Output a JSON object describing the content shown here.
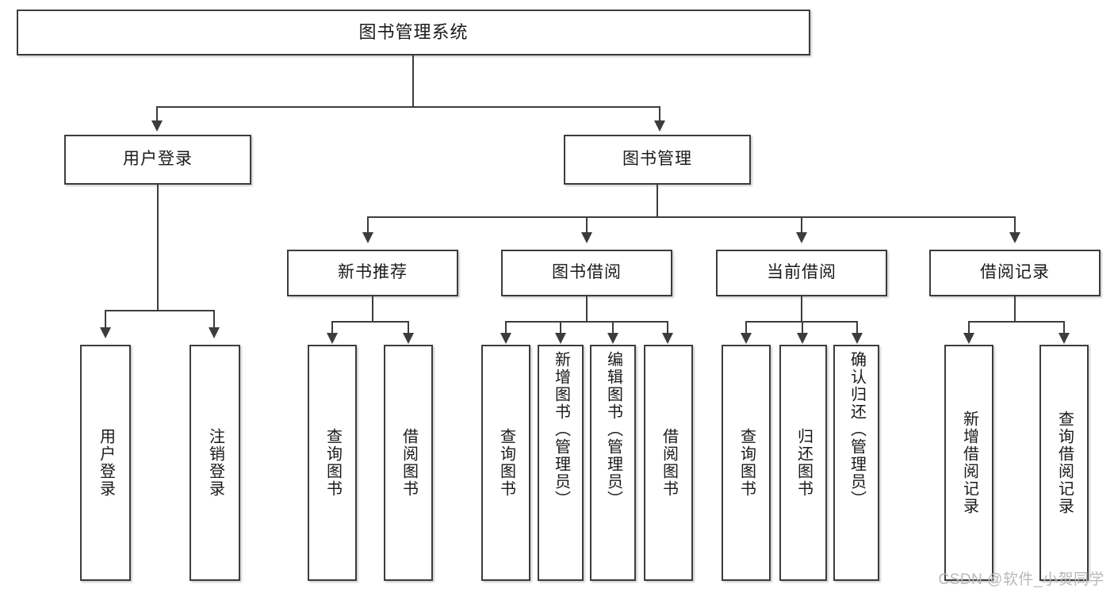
{
  "diagram": {
    "type": "tree-hierarchy",
    "title": "图书管理系统",
    "root": {
      "id": "root",
      "label": "图书管理系统"
    },
    "level2": [
      {
        "id": "user-login",
        "label": "用户登录"
      },
      {
        "id": "book-management",
        "label": "图书管理"
      }
    ],
    "level3": [
      {
        "id": "new-book-recommend",
        "label": "新书推荐",
        "parent": "book-management"
      },
      {
        "id": "book-borrow",
        "label": "图书借阅",
        "parent": "book-management"
      },
      {
        "id": "current-borrow",
        "label": "当前借阅",
        "parent": "book-management"
      },
      {
        "id": "borrow-record",
        "label": "借阅记录",
        "parent": "book-management"
      }
    ],
    "leaves": [
      {
        "id": "leaf-user-login",
        "label": "用户登录",
        "parent": "user-login"
      },
      {
        "id": "leaf-logout-login",
        "label": "注销登录",
        "parent": "user-login"
      },
      {
        "id": "leaf-query-book-1",
        "label": "查询图书",
        "parent": "new-book-recommend"
      },
      {
        "id": "leaf-borrow-book-1",
        "label": "借阅图书",
        "parent": "new-book-recommend"
      },
      {
        "id": "leaf-query-book-2",
        "label": "查询图书",
        "parent": "book-borrow"
      },
      {
        "id": "leaf-add-book-admin",
        "label": "新增图书（管理员）",
        "parent": "book-borrow"
      },
      {
        "id": "leaf-edit-book-admin",
        "label": "编辑图书（管理员）",
        "parent": "book-borrow"
      },
      {
        "id": "leaf-borrow-book-2",
        "label": "借阅图书",
        "parent": "book-borrow"
      },
      {
        "id": "leaf-query-book-3",
        "label": "查询图书",
        "parent": "current-borrow"
      },
      {
        "id": "leaf-return-book",
        "label": "归还图书",
        "parent": "current-borrow"
      },
      {
        "id": "leaf-confirm-return-admin",
        "label": "确认归还（管理员）",
        "parent": "current-borrow"
      },
      {
        "id": "leaf-add-borrow-record",
        "label": "新增借阅记录",
        "parent": "borrow-record"
      },
      {
        "id": "leaf-query-borrow-record",
        "label": "查询借阅记录",
        "parent": "borrow-record"
      }
    ],
    "watermark": "CSDN @软件_小贺同学",
    "colors": {
      "stroke": "#3c3c3c",
      "text": "#1a1a1a",
      "background": "#ffffff",
      "watermark": "#b9b9b9"
    }
  }
}
